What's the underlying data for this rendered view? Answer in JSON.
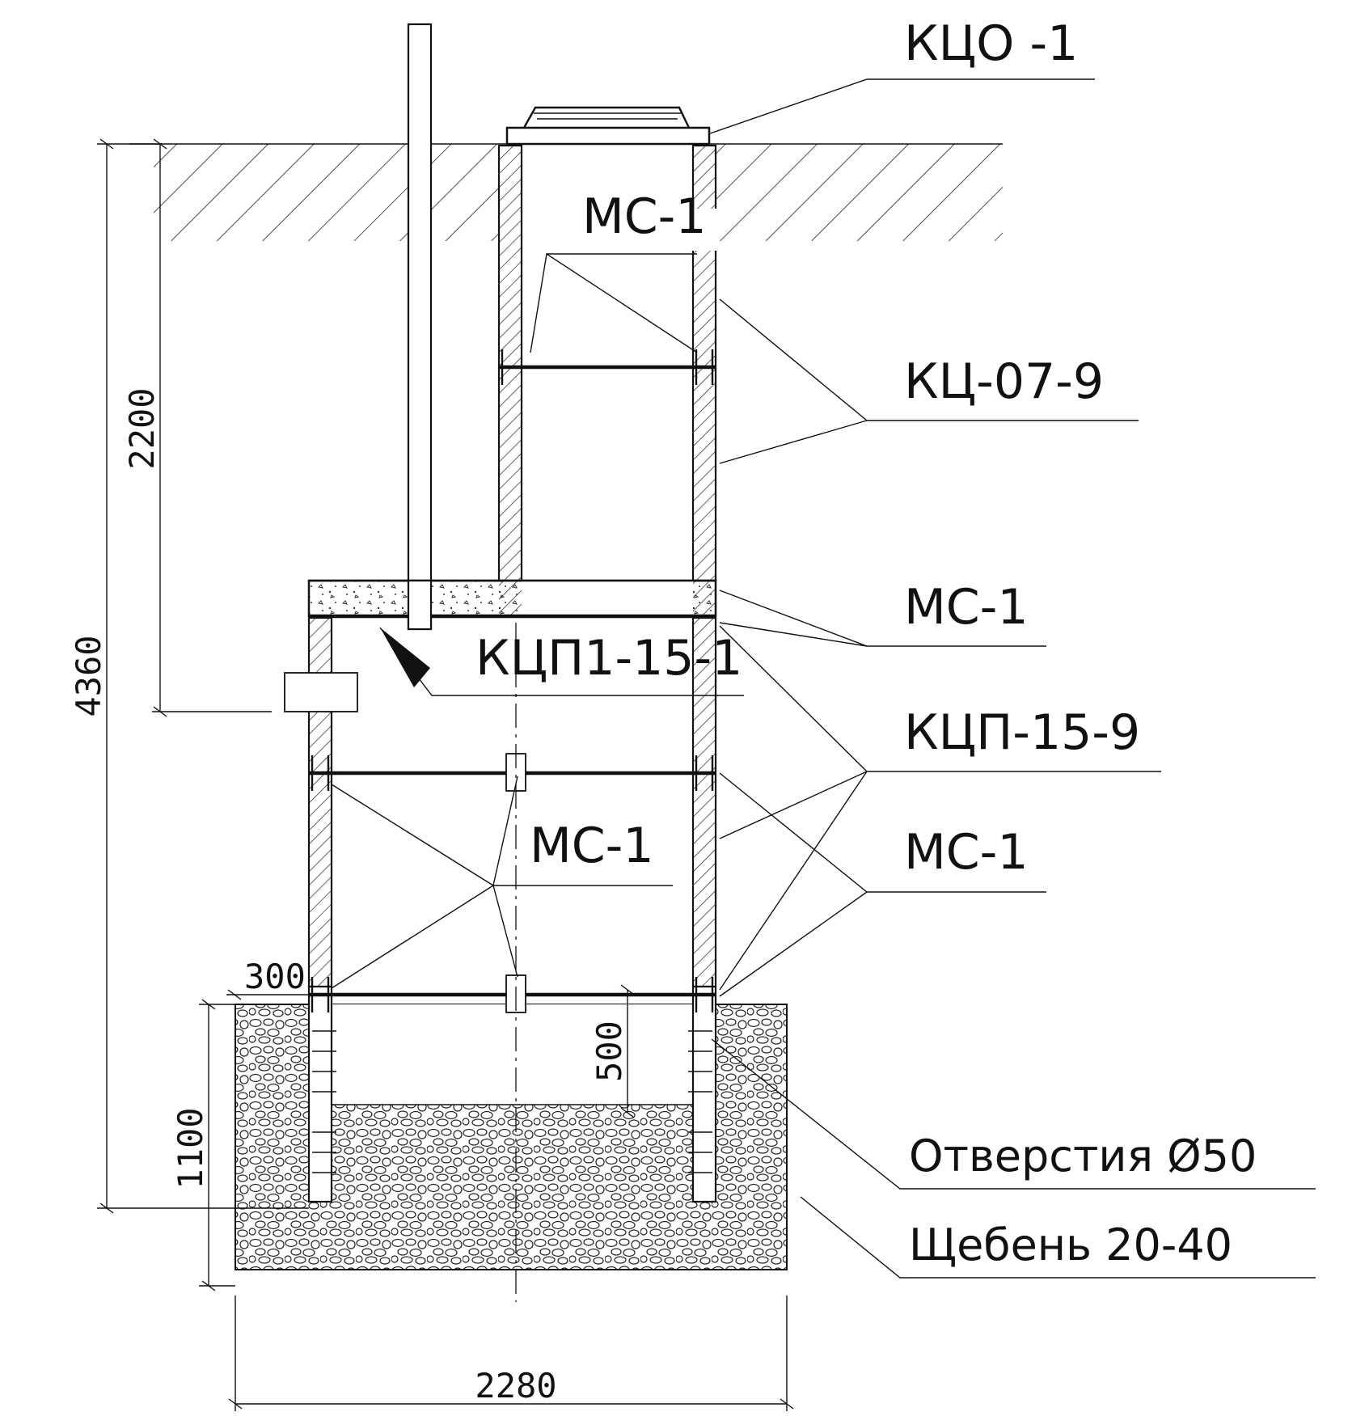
{
  "labels": {
    "kco": "КЦО -1",
    "ms_top": "МС-1",
    "kc_07_9": "КЦ-07-9",
    "ms_mid": "МС-1",
    "kcp1_15_1": "КЦП1-15-1",
    "kcp_15_9": "КЦП-15-9",
    "ms_inner": "МС-1",
    "ms_low": "МС-1",
    "holes": "Отверстия Ø50",
    "gravel": "Щебень 20-40"
  },
  "dimensions": {
    "total_height": "4360",
    "upper_height": "2200",
    "gravel_height": "1100",
    "gravel_top": "500",
    "offset": "300",
    "width": "2280"
  }
}
